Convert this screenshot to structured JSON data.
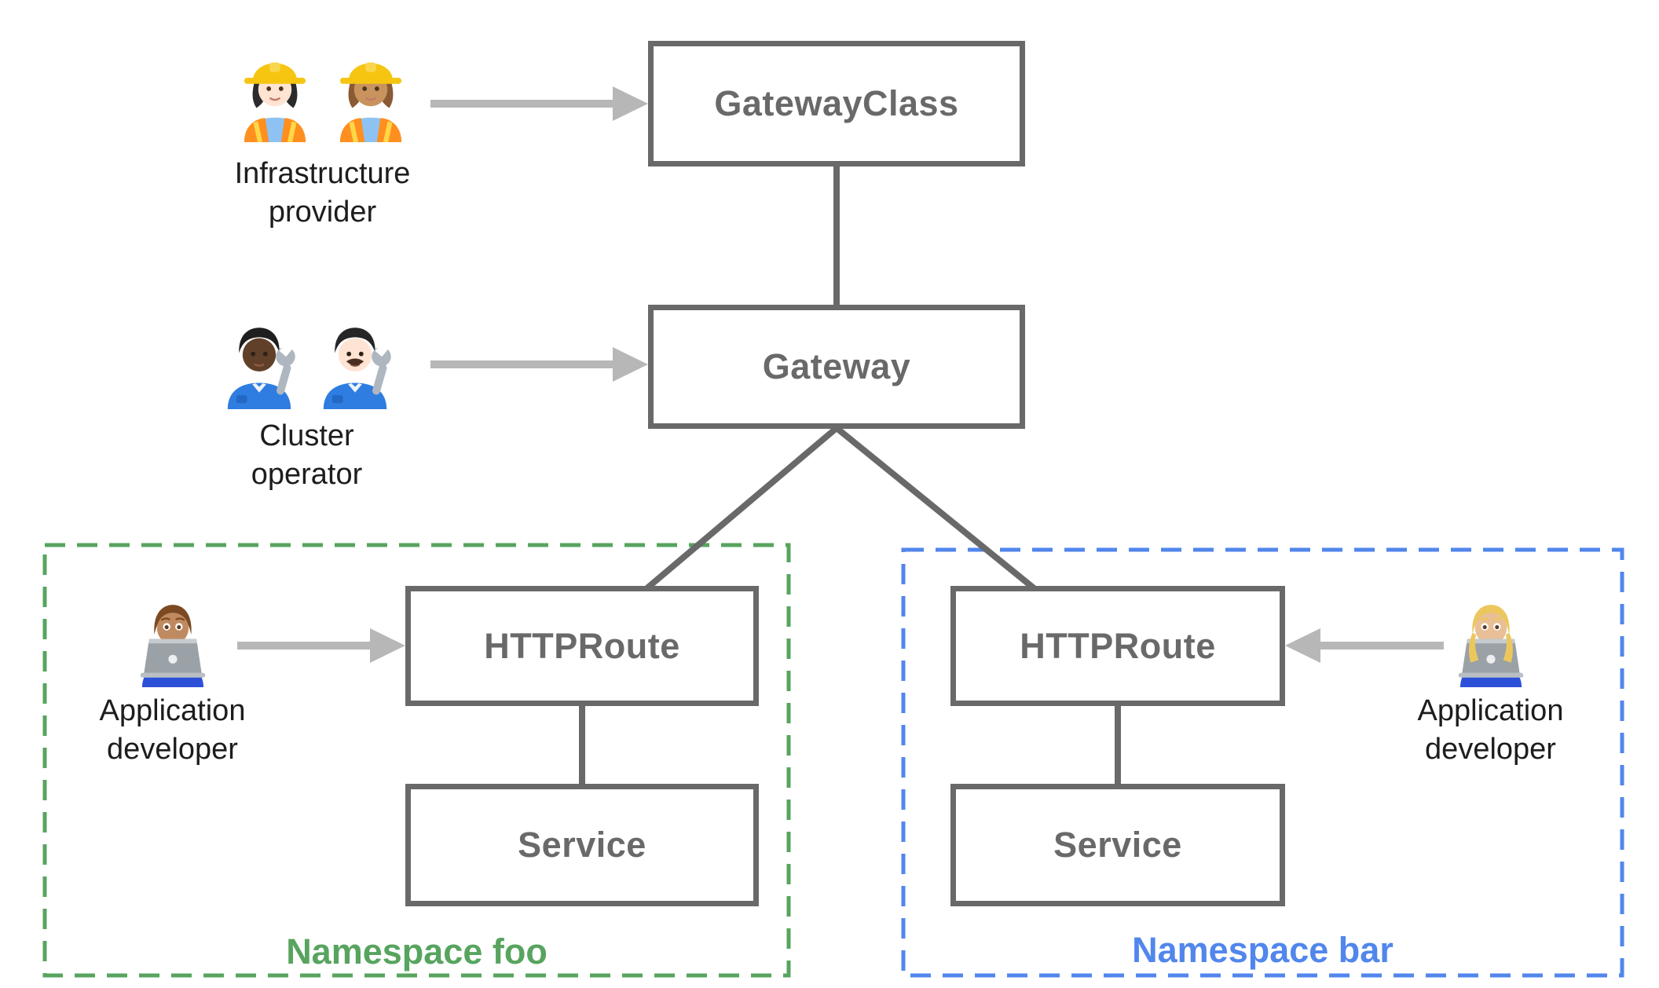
{
  "colors": {
    "box_border": "#696969",
    "box_text": "#696969",
    "connector": "#696969",
    "arrow": "#b7b7b7",
    "label_text": "#1d1d1f",
    "namespace_foo_green": "#57a45f",
    "namespace_bar_blue": "#5186ec",
    "background": "#ffffff"
  },
  "nodes": {
    "gateway_class": {
      "label": "GatewayClass"
    },
    "gateway": {
      "label": "Gateway"
    },
    "httproute_foo": {
      "label": "HTTPRoute"
    },
    "service_foo": {
      "label": "Service"
    },
    "httproute_bar": {
      "label": "HTTPRoute"
    },
    "service_bar": {
      "label": "Service"
    }
  },
  "personas": {
    "infrastructure_provider": {
      "label_line1": "Infrastructure",
      "label_line2": "provider",
      "icons": [
        "woman-construction-worker-light-icon",
        "woman-construction-worker-medium-icon"
      ]
    },
    "cluster_operator": {
      "label_line1": "Cluster",
      "label_line2": "operator",
      "icons": [
        "mechanic-dark-icon",
        "man-mechanic-light-icon"
      ]
    },
    "app_developer_foo": {
      "label_line1": "Application",
      "label_line2": "developer",
      "icons": [
        "man-technologist-icon"
      ]
    },
    "app_developer_bar": {
      "label_line1": "Application",
      "label_line2": "developer",
      "icons": [
        "woman-technologist-icon"
      ]
    }
  },
  "namespaces": {
    "foo": {
      "label": "Namespace foo"
    },
    "bar": {
      "label": "Namespace bar"
    }
  }
}
